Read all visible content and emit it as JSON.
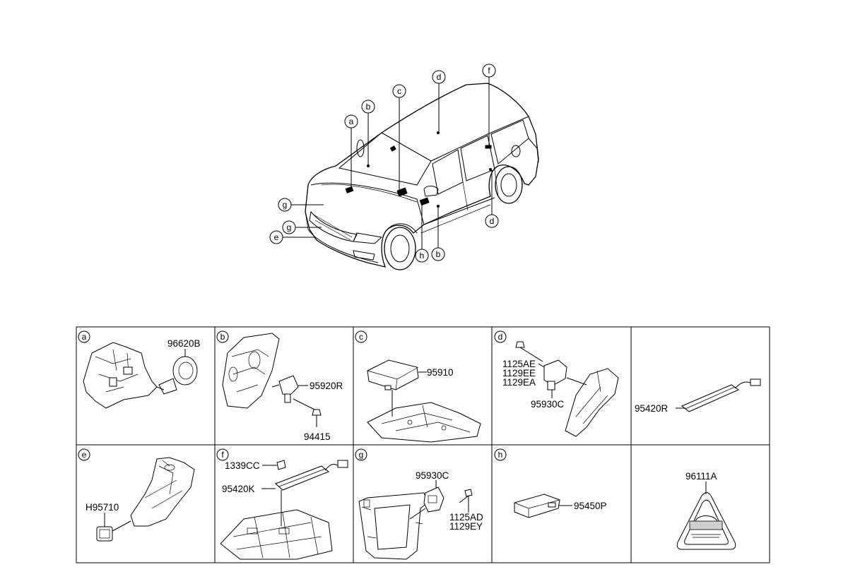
{
  "overview": {
    "callouts": [
      "a",
      "b",
      "c",
      "d",
      "f",
      "g",
      "g",
      "e",
      "h",
      "b",
      "d"
    ]
  },
  "cells": [
    {
      "letter": "a",
      "parts": [
        "96620B"
      ]
    },
    {
      "letter": "b",
      "parts": [
        "95920R",
        "94415"
      ]
    },
    {
      "letter": "c",
      "parts": [
        "95910"
      ]
    },
    {
      "letter": "d",
      "parts": [
        "1125AE",
        "1129EE",
        "1129EA",
        "95930C"
      ]
    },
    {
      "letter": "",
      "parts": [
        "95420R"
      ]
    },
    {
      "letter": "e",
      "parts": [
        "H95710"
      ]
    },
    {
      "letter": "f",
      "parts": [
        "1339CC",
        "95420K"
      ]
    },
    {
      "letter": "g",
      "parts": [
        "95930C",
        "1125AD",
        "1129EY"
      ]
    },
    {
      "letter": "h",
      "parts": [
        "95450P"
      ]
    },
    {
      "letter": "",
      "parts": [
        "96111A"
      ]
    }
  ],
  "colors": {
    "line": "#000000",
    "background": "#ffffff"
  }
}
